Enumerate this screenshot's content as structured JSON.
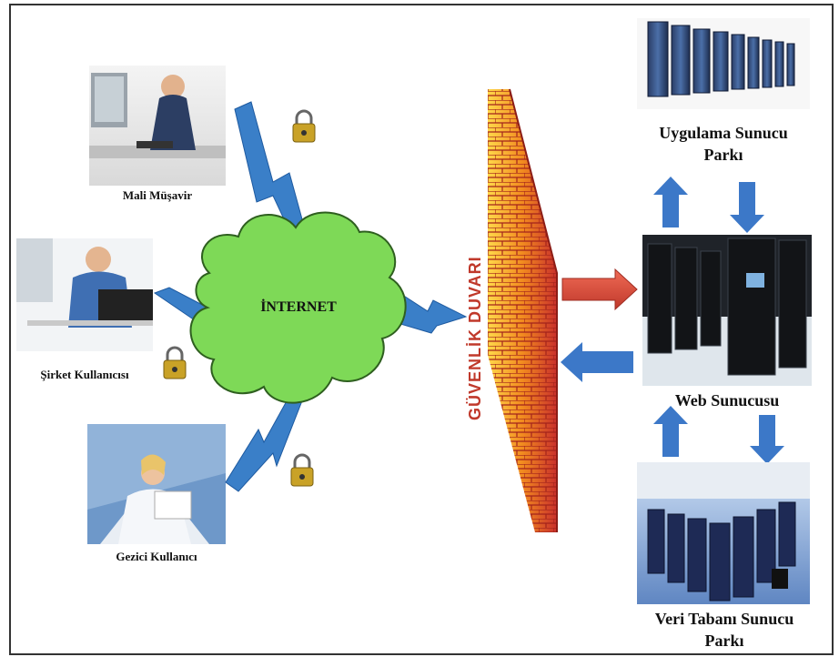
{
  "users": {
    "accountant": "Mali Müşavir",
    "company_user": "Şirket Kullanıcısı",
    "mobile_user": "Gezici Kullanıcı"
  },
  "cloud": {
    "label": "İNTERNET"
  },
  "firewall": {
    "label": "GÜVENLİK DUVARI"
  },
  "servers": {
    "app_line1": "Uygulama Sunucu",
    "app_line2": "Parkı",
    "web": "Web Sunucusu",
    "db_line1": "Veri Tabanı Sunucu",
    "db_line2": "Parkı"
  },
  "colors": {
    "cloud": "#7ed957",
    "bolt": "#3a7fc8",
    "arrow_blue": "#3c78c8",
    "arrow_red": "#d94a3a",
    "firewall_text": "#c0392b"
  },
  "icons": [
    "lock-icon",
    "lock-icon",
    "lock-icon"
  ]
}
